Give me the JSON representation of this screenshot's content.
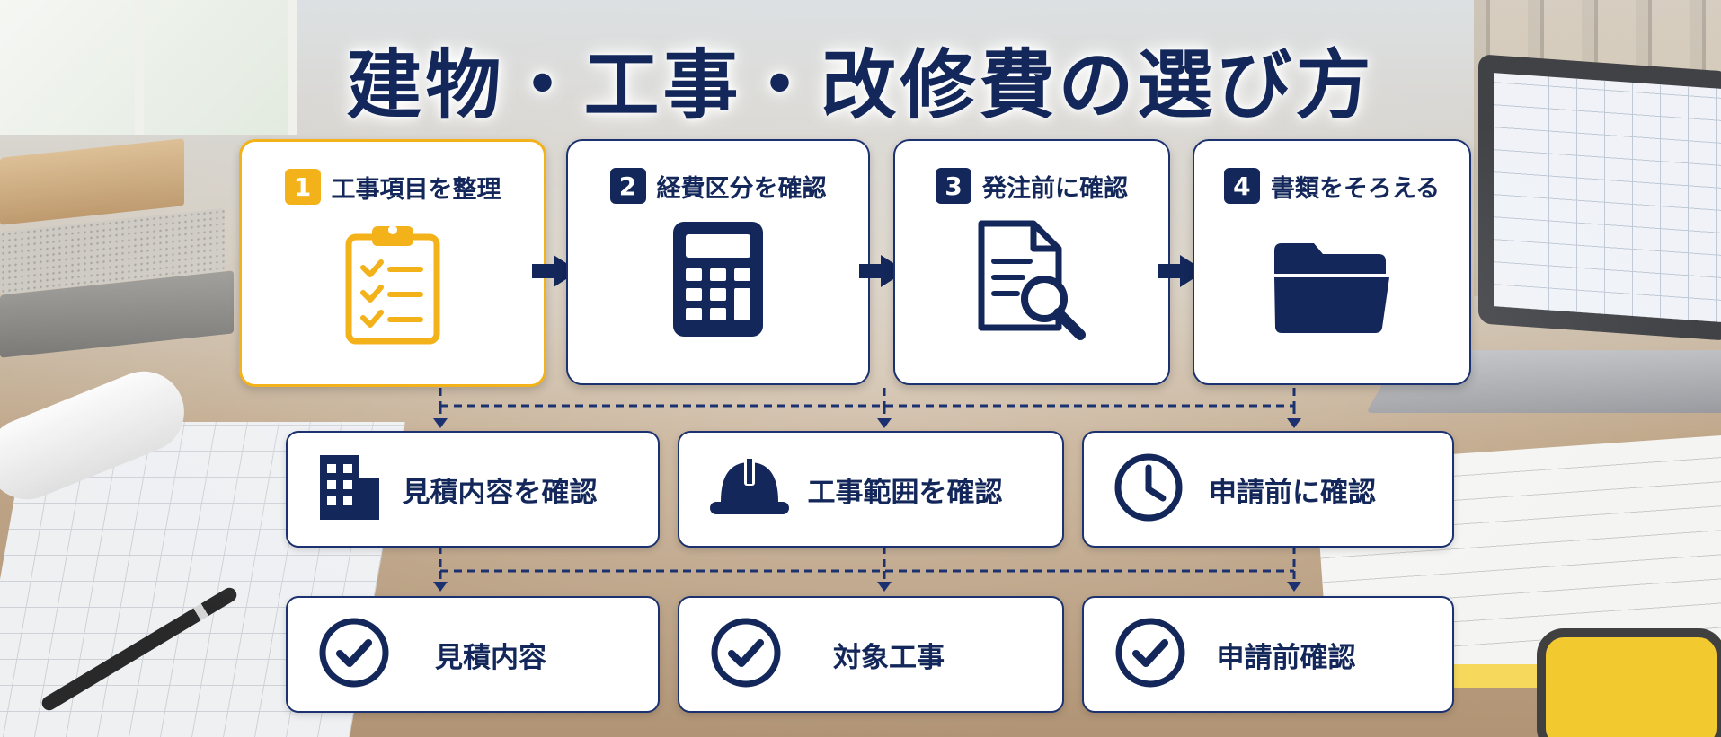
{
  "title": "建物・工事・改修費の選び方",
  "steps": [
    {
      "number": "1",
      "label": "工事項目を整理",
      "icon": "clipboard-checklist-icon",
      "active": true
    },
    {
      "number": "2",
      "label": "経費区分を確認",
      "icon": "calculator-icon",
      "active": false
    },
    {
      "number": "3",
      "label": "発注前に確認",
      "icon": "document-search-icon",
      "active": false
    },
    {
      "number": "4",
      "label": "書類をそろえる",
      "icon": "folder-icon",
      "active": false
    }
  ],
  "checks": [
    {
      "label": "見積内容を確認",
      "icon": "building-icon"
    },
    {
      "label": "工事範囲を確認",
      "icon": "hard-hat-icon"
    },
    {
      "label": "申請前に確認",
      "icon": "clock-icon"
    }
  ],
  "results": [
    {
      "label": "見積内容",
      "icon": "check-circle-icon"
    },
    {
      "label": "対象工事",
      "icon": "check-circle-icon"
    },
    {
      "label": "申請前確認",
      "icon": "check-circle-icon"
    }
  ],
  "colors": {
    "navy": "#13275a",
    "accent": "#f3b21a",
    "card": "#ffffff"
  }
}
